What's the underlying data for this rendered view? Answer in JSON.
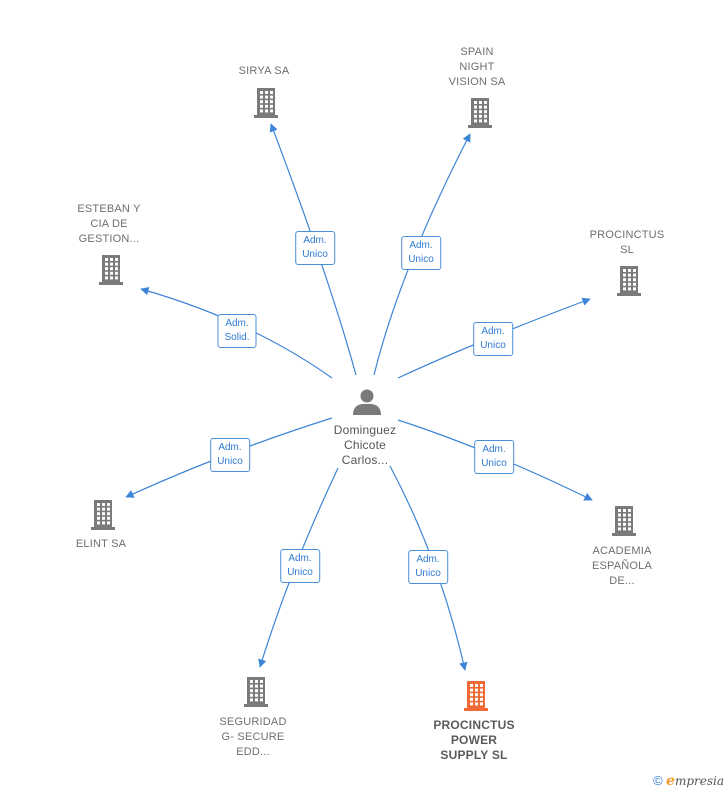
{
  "center": {
    "label_lines": [
      "Dominguez",
      "Chicote",
      "Carlos..."
    ],
    "icon": "person-icon"
  },
  "companies": [
    {
      "id": "sirya",
      "label_lines": [
        "SIRYA SA"
      ],
      "icon": "building-icon",
      "highlight": false
    },
    {
      "id": "spain-night-vision",
      "label_lines": [
        "SPAIN",
        "NIGHT",
        "VISION SA"
      ],
      "icon": "building-icon",
      "highlight": false
    },
    {
      "id": "procinctus",
      "label_lines": [
        "PROCINCTUS",
        "SL"
      ],
      "icon": "building-icon",
      "highlight": false
    },
    {
      "id": "academia",
      "label_lines": [
        "ACADEMIA",
        "ESPAÑOLA",
        "DE..."
      ],
      "icon": "building-icon",
      "highlight": false
    },
    {
      "id": "procinctus-power",
      "label_lines": [
        "PROCINCTUS",
        "POWER",
        "SUPPLY  SL"
      ],
      "icon": "building-icon",
      "highlight": true
    },
    {
      "id": "seguridad",
      "label_lines": [
        "SEGURIDAD",
        "G- SECURE",
        "EDD..."
      ],
      "icon": "building-icon",
      "highlight": false
    },
    {
      "id": "elint",
      "label_lines": [
        "ELINT SA"
      ],
      "icon": "building-icon",
      "highlight": false
    },
    {
      "id": "esteban",
      "label_lines": [
        "ESTEBAN Y",
        "CIA DE",
        "GESTION..."
      ],
      "icon": "building-icon",
      "highlight": false
    }
  ],
  "relations": [
    {
      "target": "sirya",
      "label_lines": [
        "Adm.",
        "Unico"
      ]
    },
    {
      "target": "spain-night-vision",
      "label_lines": [
        "Adm.",
        "Unico"
      ]
    },
    {
      "target": "procinctus",
      "label_lines": [
        "Adm.",
        "Unico"
      ]
    },
    {
      "target": "academia",
      "label_lines": [
        "Adm.",
        "Unico"
      ]
    },
    {
      "target": "procinctus-power",
      "label_lines": [
        "Adm.",
        "Unico"
      ]
    },
    {
      "target": "seguridad",
      "label_lines": [
        "Adm.",
        "Unico"
      ]
    },
    {
      "target": "elint",
      "label_lines": [
        "Adm.",
        "Unico"
      ]
    },
    {
      "target": "esteban",
      "label_lines": [
        "Adm.",
        "Solid."
      ]
    }
  ],
  "colors": {
    "edge": "#3d85d6",
    "building": "#7a7a7a",
    "building_highlight": "#f06a35",
    "person": "#7a7a7a"
  },
  "watermark": {
    "copyright": "©",
    "brand_initial": "e",
    "brand_rest": "mpresia"
  }
}
